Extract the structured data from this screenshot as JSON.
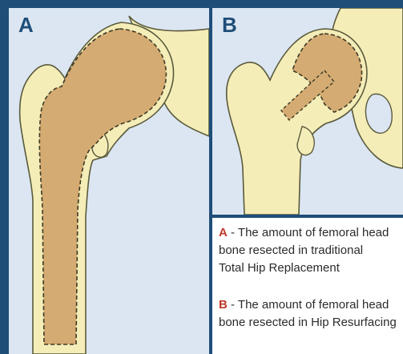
{
  "panels": {
    "a": {
      "label": "A"
    },
    "b": {
      "label": "B"
    }
  },
  "captions": {
    "a": {
      "letter": "A",
      "line1": " - The amount of femoral head",
      "line2": "bone resected in traditional",
      "line3": "Total Hip Replacement"
    },
    "b": {
      "letter": "B",
      "line1": " - The amount of femoral head",
      "line2": "bone resected in Hip Resurfacing"
    }
  },
  "colors": {
    "border": "#1f4e79",
    "background": "#dbe6f2",
    "bone": "#f5edb8",
    "bone_outline": "#5a5a3c",
    "resected": "#d4ab72",
    "caption_letter": "#c0392b"
  }
}
